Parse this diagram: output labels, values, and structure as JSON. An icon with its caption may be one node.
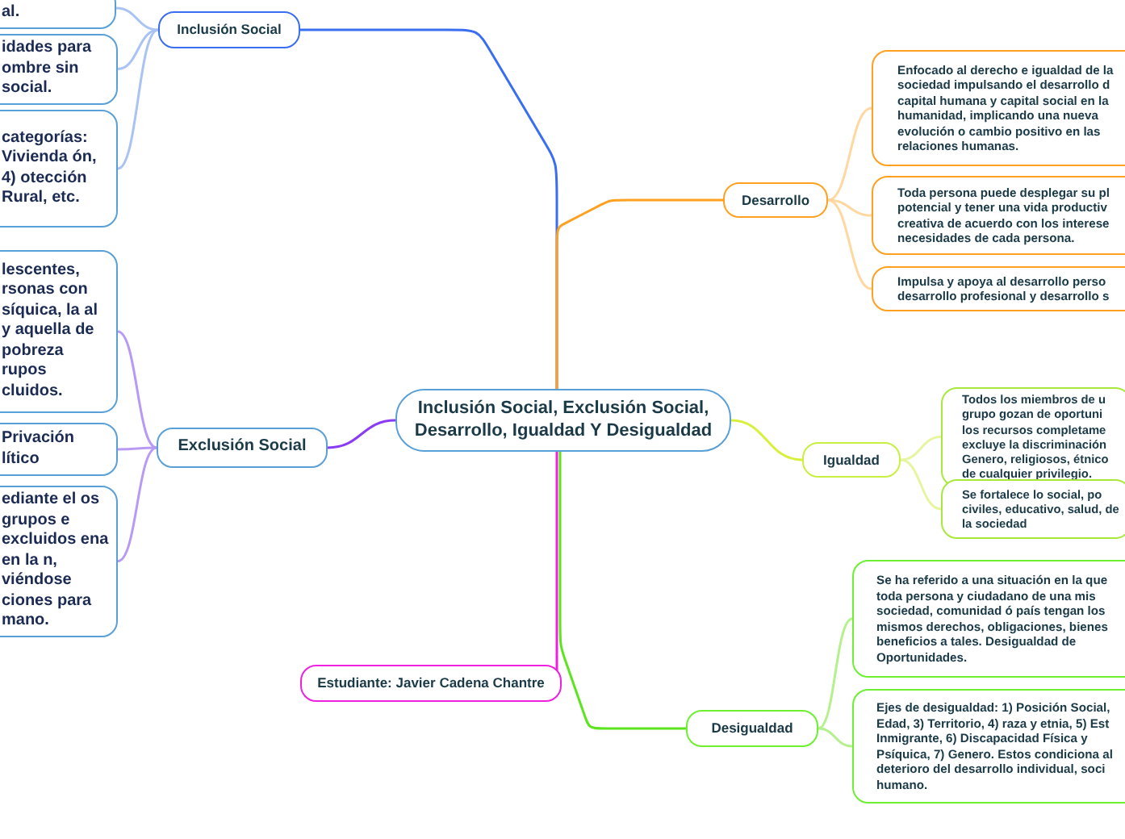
{
  "diagram": {
    "nodes": [
      {
        "text": [
          "Inclusión Social, Exclusión Social, Desarrollo, Igualdad Y Desigualdad"
        ]
      },
      {
        "text": [
          "Inclusión Social"
        ]
      },
      {
        "text": [
          "al."
        ]
      },
      {
        "text": [
          "idades para ombre sin social."
        ]
      },
      {
        "text": [
          "categorías: Vivienda ón, 4) otección Rural, etc."
        ]
      },
      {
        "text": [
          "Exclusión Social"
        ]
      },
      {
        "text": [
          "lescentes, rsonas con síquica, la al y aquella de pobreza rupos cluidos."
        ]
      },
      {
        "text": [
          "Privación lítico"
        ]
      },
      {
        "text": [
          "ediante el os grupos e excluidos ena en la n, viéndose ciones para mano."
        ]
      },
      {
        "text": [
          "Estudiante: Javier Cadena Chantre"
        ]
      },
      {
        "text": [
          "Desarrollo"
        ]
      },
      {
        "text": [
          "Enfocado al derecho e igualdad de la sociedad impulsando el desarrollo d capital humana y capital social en la humanidad, implicando una nueva evolución o cambio positivo en las relaciones humanas."
        ]
      },
      {
        "text": [
          "Toda persona puede desplegar su pl potencial y tener una vida productiv creativa de acuerdo con los interese necesidades de cada persona."
        ]
      },
      {
        "text": [
          "Impulsa y apoya al desarrollo perso desarrollo profesional y desarrollo s"
        ]
      },
      {
        "text": [
          "Igualdad"
        ]
      },
      {
        "text": [
          "Todos los miembros de u grupo gozan de oportuni los recursos completame excluye la discriminación Genero, religiosos, étnico de cualquier privilegio."
        ]
      },
      {
        "text": [
          "Se fortalece lo social, po civiles, educativo, salud, de la sociedad"
        ]
      },
      {
        "text": [
          "Desigualdad"
        ]
      },
      {
        "text": [
          "Se ha referido a una situación en la que toda persona y ciudadano de una mis sociedad, comunidad ó país tengan los mismos derechos, obligaciones, bienes beneficios a tales. Desigualdad de Oportunidades."
        ]
      },
      {
        "text": [
          "Ejes de desigualdad: 1) Posición Social, Edad, 3) Territorio, 4) raza y etnia, 5) Est Inmigrante, 6) Discapacidad Física y Psíquica, 7) Genero. Estos condiciona al deterioro del desarrollo individual, soci humano."
        ]
      }
    ],
    "edges": [
      {
        "from": 0,
        "to": 1,
        "arrow": "none",
        "color": "#3a6ef0"
      },
      {
        "from": 1,
        "to": 2,
        "arrow": "none",
        "color": "#a9c3f5"
      },
      {
        "from": 1,
        "to": 3,
        "arrow": "none",
        "color": "#a9c3f5"
      },
      {
        "from": 1,
        "to": 4,
        "arrow": "none",
        "color": "#a9c3f5"
      },
      {
        "from": 0,
        "to": 5,
        "arrow": "none",
        "color": "#8a3cf5"
      },
      {
        "from": 5,
        "to": 6,
        "arrow": "none",
        "color": "#b89af5"
      },
      {
        "from": 5,
        "to": 7,
        "arrow": "none",
        "color": "#b89af5"
      },
      {
        "from": 5,
        "to": 8,
        "arrow": "none",
        "color": "#b89af5"
      },
      {
        "from": 0,
        "to": 9,
        "arrow": "none",
        "color": "#f020e0"
      },
      {
        "from": 0,
        "to": 10,
        "arrow": "none",
        "color": "#ffa020"
      },
      {
        "from": 10,
        "to": 11,
        "arrow": "none",
        "color": "#ffd7a0"
      },
      {
        "from": 10,
        "to": 12,
        "arrow": "none",
        "color": "#ffd7a0"
      },
      {
        "from": 10,
        "to": 13,
        "arrow": "none",
        "color": "#ffd7a0"
      },
      {
        "from": 0,
        "to": 14,
        "arrow": "none",
        "color": "#d8f03c"
      },
      {
        "from": 14,
        "to": 15,
        "arrow": "none",
        "color": "#e6f5a0"
      },
      {
        "from": 14,
        "to": 16,
        "arrow": "none",
        "color": "#e6f5a0"
      },
      {
        "from": 0,
        "to": 17,
        "arrow": "none",
        "color": "#5ce51e"
      },
      {
        "from": 17,
        "to": 18,
        "arrow": "none",
        "color": "#b4f08c"
      },
      {
        "from": 17,
        "to": 19,
        "arrow": "none",
        "color": "#b4f08c"
      }
    ]
  }
}
